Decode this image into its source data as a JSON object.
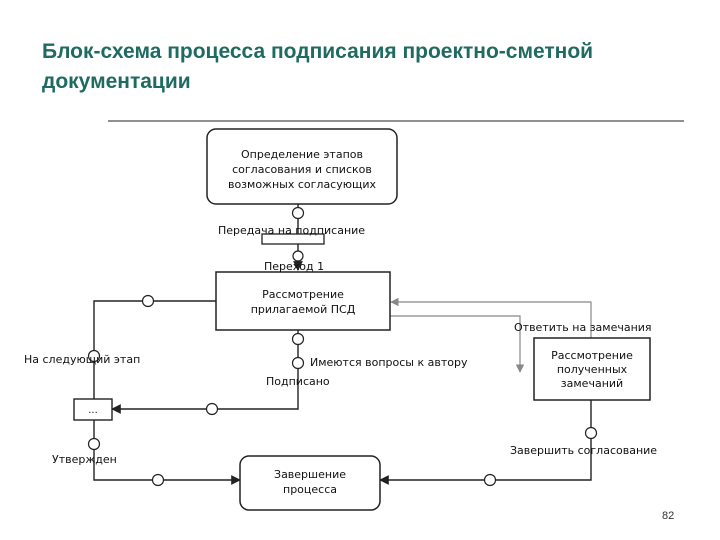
{
  "slide": {
    "title": "Блок-схема процесса подписания проектно-сметной документации",
    "page_number": "82"
  },
  "nodes": {
    "define": {
      "lines": [
        "Определение этапов",
        "согласования и списков",
        "возможных согласующих"
      ]
    },
    "review": {
      "lines": [
        "Рассмотрение",
        "прилагаемой ПСД"
      ]
    },
    "remarks": {
      "lines": [
        "Рассмотрение",
        "полученных",
        "замечаний"
      ]
    },
    "finish": {
      "lines": [
        "Завершение",
        "процесса"
      ]
    },
    "junction": {
      "label": "..."
    }
  },
  "labels": {
    "send": "Передача на подписание",
    "transition": "Переход 1",
    "reply": "Ответить на замечания",
    "next_stage": "На следующий этап",
    "questions": "Имеются вопросы к автору",
    "signed": "Подписано",
    "approved": "Утвержден",
    "complete": "Завершить согласование"
  },
  "colors": {
    "title": "#1f6b62",
    "stroke": "#222222",
    "node_fill": "#ffffff",
    "arrow_gray": "#888888"
  }
}
